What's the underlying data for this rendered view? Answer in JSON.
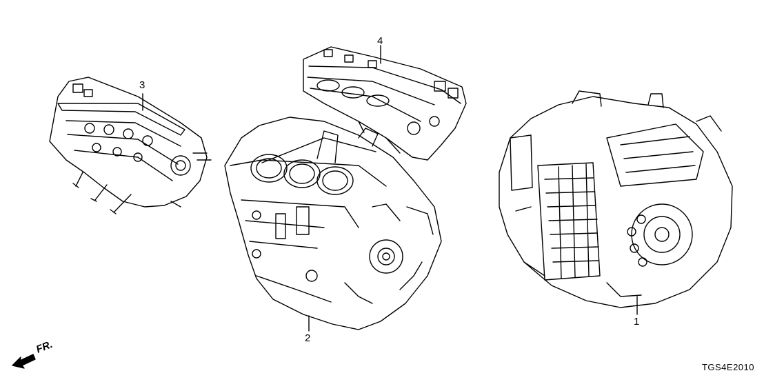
{
  "callouts": {
    "item1": "1",
    "item2": "2",
    "item3": "3",
    "item4": "4"
  },
  "direction_label": "FR.",
  "diagram_code": "TGS4E2010",
  "colors": {
    "ink": "#000000",
    "background": "#ffffff"
  }
}
